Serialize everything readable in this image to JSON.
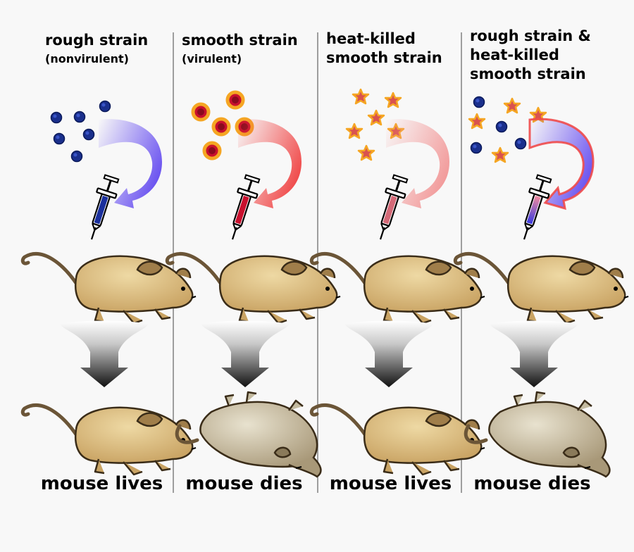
{
  "columns": [
    {
      "title_lines": [
        "rough strain"
      ],
      "subtitle": "(nonvirulent)",
      "outcome": "mouse lives"
    },
    {
      "title_lines": [
        "smooth strain"
      ],
      "subtitle": "(virulent)",
      "outcome": "mouse dies"
    },
    {
      "title_lines": [
        "heat-killed",
        "smooth strain"
      ],
      "subtitle": "",
      "outcome": "mouse lives"
    },
    {
      "title_lines": [
        "rough strain &",
        "heat-killed",
        "smooth strain"
      ],
      "subtitle": "",
      "outcome": "mouse dies"
    }
  ],
  "colors": {
    "rough_bacteria": "#1a2f8c",
    "smooth_bacteria_ring": "#f5a623",
    "smooth_bacteria_core": "#c8102e",
    "heat_killed_star": "#f0a030",
    "arrow_rough": "#6a52f0",
    "arrow_smooth": "#f04a4a",
    "arrow_heat_killed": "#f29a9a",
    "mouse_alive": "#d8b878",
    "mouse_dead": "#c4bba0",
    "divider": "#888888"
  }
}
